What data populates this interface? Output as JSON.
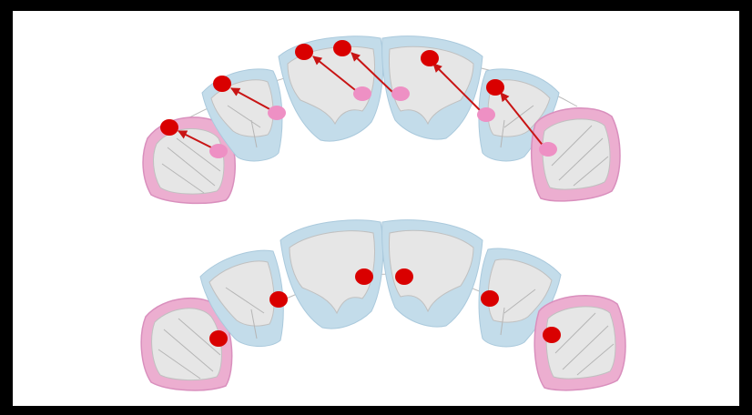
{
  "colors": {
    "frame": "#000000",
    "background": "#ffffff",
    "tooth_fill": "#e6e6e6",
    "tooth_outline": "#c0c0c0",
    "tooth_lines": "#b5b5b5",
    "band_blue": "#c3dcea",
    "band_pink": "#ecaed0",
    "dot_red": "#d90000",
    "dot_pink": "#ee90c4",
    "arrow_red": "#c81414",
    "arc_line": "#bcbcbc"
  },
  "diagram": {
    "arches": [
      {
        "name": "upper-arch",
        "teeth": [
          {
            "name": "canine-left",
            "band": "pink"
          },
          {
            "name": "lateral-left",
            "band": "blue"
          },
          {
            "name": "central-left",
            "band": "blue"
          },
          {
            "name": "central-right",
            "band": "blue"
          },
          {
            "name": "lateral-right",
            "band": "blue"
          },
          {
            "name": "canine-right",
            "band": "pink"
          }
        ],
        "markers": "pink-contact-points-moving-to-red-targets"
      },
      {
        "name": "lower-arch",
        "teeth": [
          {
            "name": "canine-left",
            "band": "pink"
          },
          {
            "name": "lateral-left",
            "band": "blue"
          },
          {
            "name": "central-left",
            "band": "blue"
          },
          {
            "name": "central-right",
            "band": "blue"
          },
          {
            "name": "lateral-right",
            "band": "blue"
          },
          {
            "name": "canine-right",
            "band": "pink"
          }
        ],
        "markers": "red-contact-points-on-arc"
      }
    ]
  }
}
